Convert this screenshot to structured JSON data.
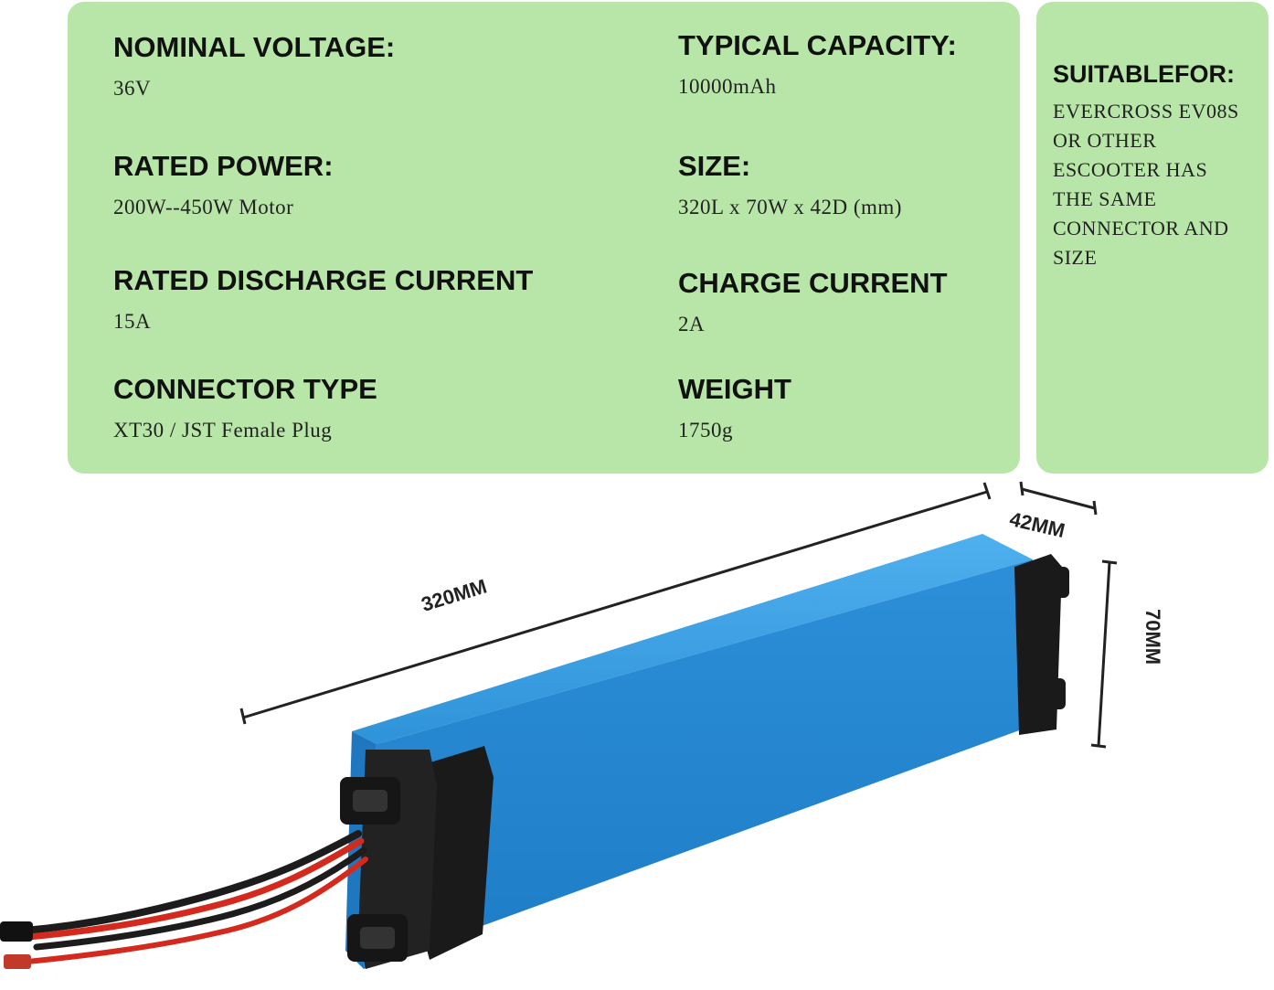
{
  "specs": {
    "nominal_voltage": {
      "label": "NOMINAL VOLTAGE:",
      "value": "36V"
    },
    "typical_capacity": {
      "label": "TYPICAL CAPACITY:",
      "value": "10000mAh"
    },
    "rated_power": {
      "label": "RATED POWER:",
      "value": "200W--450W Motor"
    },
    "size": {
      "label": "SIZE:",
      "value": "320L x 70W x 42D (mm)"
    },
    "rated_discharge_current": {
      "label": "RATED DISCHARGE CURRENT",
      "value": "15A"
    },
    "charge_current": {
      "label": "CHARGE CURRENT",
      "value": "2A"
    },
    "connector_type": {
      "label": "CONNECTOR TYPE",
      "value": "XT30 / JST Female Plug"
    },
    "weight": {
      "label": "WEIGHT",
      "value": "1750g"
    }
  },
  "suitable": {
    "title": "SUITABLEFOR:",
    "lines": [
      "EVERCROSS EV08S",
      "OR OTHER",
      "ESCOOTER HAS",
      "THE SAME",
      "CONNECTOR AND",
      "SIZE"
    ]
  },
  "dimensions": {
    "length": "320MM",
    "depth": "42MM",
    "height": "70MM"
  },
  "colors": {
    "panel": "#b8e6a8",
    "battery_blue": "#2e8fd8",
    "end_cap": "#1a1a1a",
    "wire_red": "#d42a1e",
    "wire_black": "#1c1c1c"
  }
}
